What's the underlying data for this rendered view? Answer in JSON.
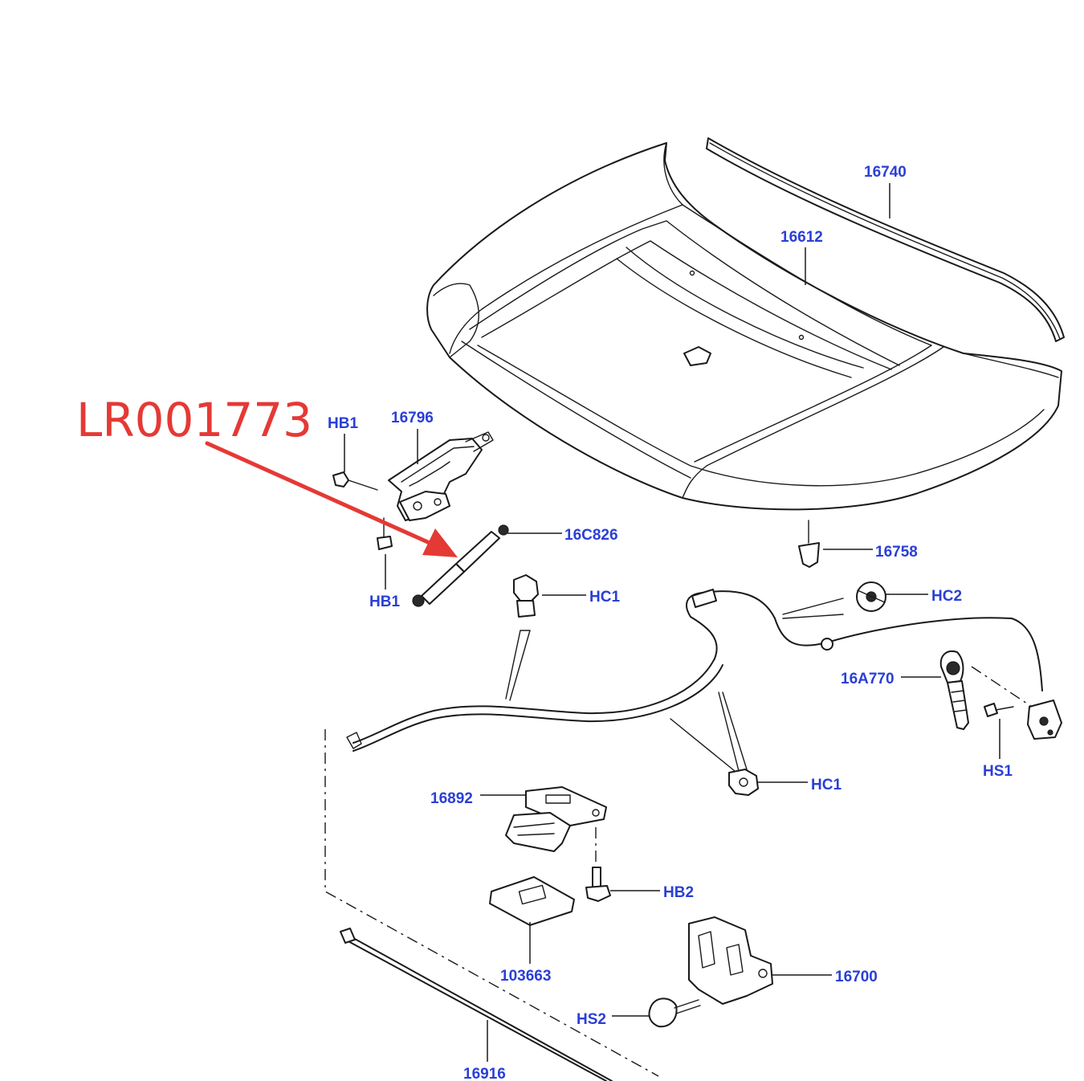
{
  "callout": {
    "text": "LR001773"
  },
  "colors": {
    "label": "#2a3fd6",
    "callout": "#e53935",
    "line": "#1a1a1a"
  },
  "labels": {
    "l16740": "16740",
    "l16612": "16612",
    "l16796": "16796",
    "hb1_top": "HB1",
    "hb1_bottom": "HB1",
    "l16c826": "16C826",
    "l16758": "16758",
    "hc1_top": "HC1",
    "hc2": "HC2",
    "l16a770": "16A770",
    "hs1": "HS1",
    "hc1_bottom": "HC1",
    "l16892": "16892",
    "hb2": "HB2",
    "l103663": "103663",
    "l16700": "16700",
    "hs2": "HS2",
    "l16916": "16916"
  }
}
